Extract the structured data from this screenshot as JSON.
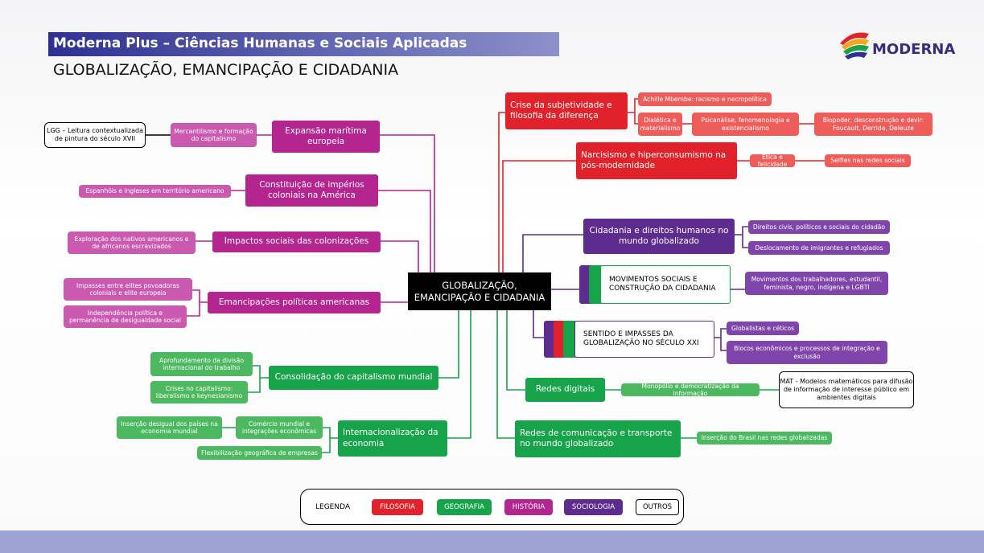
{
  "header": {
    "title": "Moderna Plus – Ciências Humanas e Sociais Aplicadas",
    "subtitle": "GLOBALIZAÇÃO, EMANCIPAÇÃO E CIDADANIA",
    "logo_text": "MODERNA"
  },
  "center": "GLOBALIZAÇÃO, EMANCIPAÇÃO E CIDADANIA",
  "left": {
    "expansao": "Expansão marítima europeia",
    "mercantilismo": "Mercantilismo e formação do capitalismo",
    "lgg": "LGG – Leitura contextualizada de pintura do século XVII",
    "imperios": "Constituição de impérios coloniais na América",
    "espanhois": "Espanhóis e ingleses em território americano",
    "impactos": "Impactos sociais das colonizações",
    "exploracao": "Exploração dos nativos americanos e de africanos escravizados",
    "emancipacoes": "Emancipações políticas americanas",
    "impasses_elites": "Impasses entre elites povoadoras coloniais e elite europeia",
    "independencia": "Independência política e permanência de desigualdade social",
    "consolidacao": "Consolidação do capitalismo mundial",
    "aprofundamento": "Aprofundamento da divisão internacional do trabalho",
    "crises": "Crises no capitalismo: liberalismo e keynesianismo",
    "internacionalizacao": "Internacionalização da economia",
    "insercao_desigual": "Inserção desigual dos países na economia mundial",
    "comercio": "Comércio mundial e integrações econômicas",
    "flexibilizacao": "Flexibilização geográfica de empresas"
  },
  "right": {
    "crise": "Crise da subjetividade e filosofia da diferença",
    "mbembe": "Achille Mbembe: racismo e necropolítica",
    "dialetica": "Dialética e materialismo",
    "psicanalise": "Psicanálise, fenomenologia e existencialismo",
    "biopoder": "Biopoder, desconstrução e devir: Foucault, Derrida, Deleuze",
    "narcisismo": "Narcisismo e hiperconsumismo na pós-modernidade",
    "etica": "Ética e felicidade",
    "selfies": "Selfies nas redes sociais",
    "cidadania": "Cidadania e direitos humanos no mundo globalizado",
    "direitos": "Direitos civis, políticos e sociais do cidadão",
    "deslocamento": "Deslocamento de imigrantes e refugiados",
    "movimentos": "MOVIMENTOS SOCIAIS E CONSTRUÇÃO DA CIDADANIA",
    "movimentos_sub": "Movimentos dos trabalhadores, estudantil, feminista, negro, indígena e LGBTI",
    "sentido": "SENTIDO E IMPASSES DA GLOBALIZAÇÃO NO SÉCULO XXI",
    "globalistas": "Globalistas e céticos",
    "blocos": "Blocos econômicos e processos de integração e exclusão",
    "redes_digitais": "Redes digitais",
    "monopolio": "Monopólio e democratização da informação",
    "mat": "MAT - Modelos matemáticos para difusão de informação de interesse público em ambientes digitais",
    "redes_com": "Redes de comunicação e transporte no mundo globalizado",
    "insercao_brasil": "Inserção do Brasil nas redes globalizadas"
  },
  "legend": {
    "label": "LEGENDA",
    "items": [
      "FILOSOFIA",
      "GEOGRAFIA",
      "HISTÓRIA",
      "SOCIOLOGIA",
      "OUTROS"
    ]
  },
  "colors": {
    "historia": "#b5258f",
    "filosofia": "#e2222a",
    "geografia": "#17a349",
    "sociologia": "#5e2b8f",
    "header_band": "#2e3192"
  }
}
